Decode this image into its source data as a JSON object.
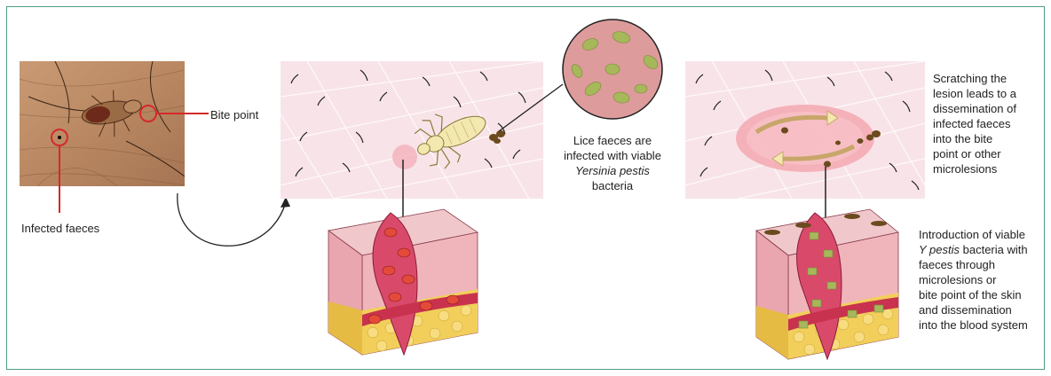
{
  "labels": {
    "bite_point": "Bite point",
    "infected_faeces": "Infected faeces",
    "lice_faeces_line1": "Lice faeces are",
    "lice_faeces_line2": "infected with viable",
    "lice_faeces_italic": "Yersinia pestis",
    "lice_faeces_line4": "bacteria",
    "scratching_line1": "Scratching the",
    "scratching_line2": "lesion leads to a",
    "scratching_line3": "dissemination of",
    "scratching_line4": "infected faeces",
    "scratching_line5": "into the bite",
    "scratching_line6": "point or other",
    "scratching_line7": "microlesions",
    "intro_line1": "Introduction of viable",
    "intro_italic": "Y pestis",
    "intro_line2_rest": " bacteria with",
    "intro_line3": "faeces through",
    "intro_line4": "microlesions or",
    "intro_line5": "bite point of the skin",
    "intro_line6": "and dissemination",
    "intro_line7": "into the blood system"
  },
  "colors": {
    "frame": "#4f9e86",
    "marker_red": "#d42a2a",
    "skin_pink": "#f8e4e8",
    "tissue_red": "#d94a6a",
    "fat_yellow": "#f2cf5a",
    "bacteria_green": "#a6b85a",
    "faeces_brown": "#6b4a1e"
  }
}
